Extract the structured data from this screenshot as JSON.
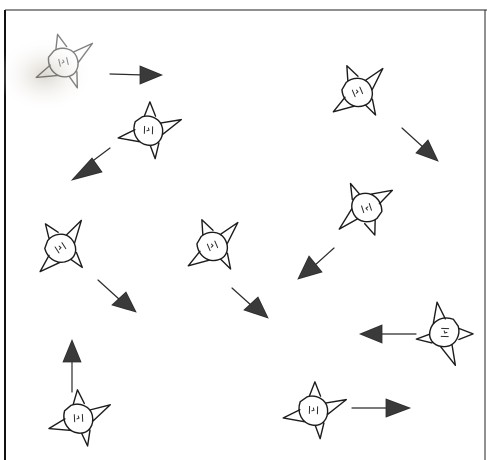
{
  "diagram": {
    "description": "",
    "figures": [
      {
        "id": "cat-1",
        "arrow": "right"
      },
      {
        "id": "cat-2",
        "arrow": "down-left"
      },
      {
        "id": "cat-3",
        "arrow": "down-right"
      },
      {
        "id": "cat-4",
        "arrow": "down-right"
      },
      {
        "id": "cat-5",
        "arrow": "down-right"
      },
      {
        "id": "cat-6",
        "arrow": "down-left"
      },
      {
        "id": "cat-7",
        "arrow": "left"
      },
      {
        "id": "cat-8",
        "arrow": "up"
      },
      {
        "id": "cat-9",
        "arrow": "right"
      }
    ],
    "colors": {
      "ink": "#1c1c1c",
      "arrowhead": "#3a3a3a",
      "background": "#ffffff"
    }
  }
}
